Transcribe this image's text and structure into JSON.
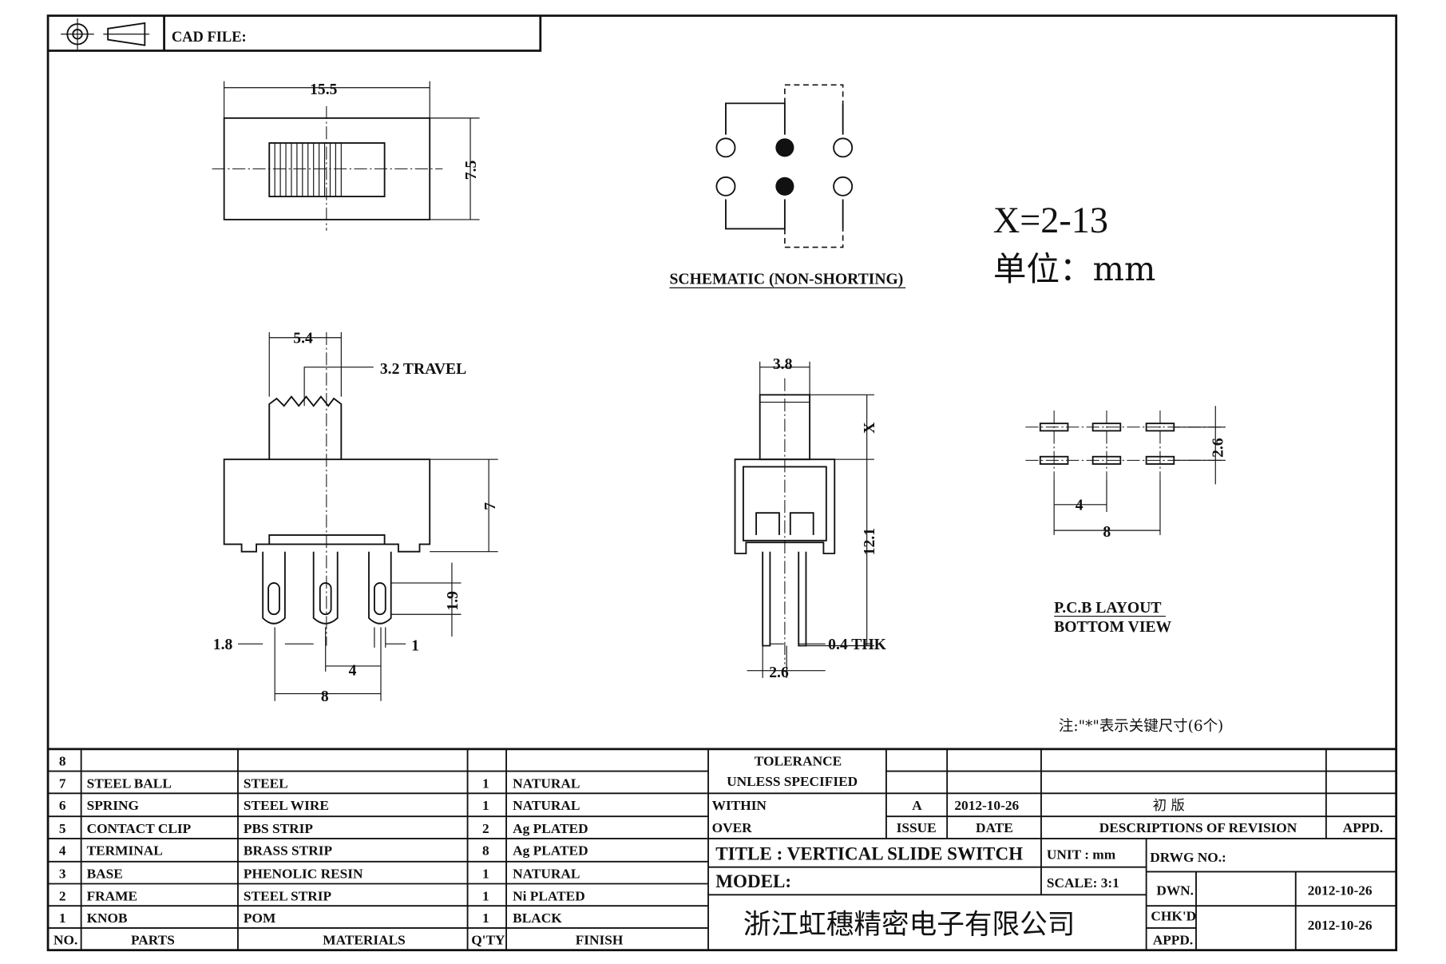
{
  "header": {
    "cad_file_label": "CAD FILE:"
  },
  "top_view": {
    "width_dim": "15.5",
    "height_dim": "7.5"
  },
  "schematic": {
    "caption": "SCHEMATIC (NON-SHORTING)"
  },
  "spec": {
    "x_range": "X=2-13",
    "unit": "单位：mm"
  },
  "side_view": {
    "knob_width": "5.4",
    "travel": "3.2 TRAVEL",
    "body_height": "7",
    "slot_height": "1.9",
    "pin_offset": "1.8",
    "slot_width": "1",
    "pin_pitch": "4",
    "pin_span": "8"
  },
  "front_view": {
    "knob_width": "3.8",
    "knob_height": "X",
    "body_height": "12.1",
    "thickness": "0.4 THK",
    "pin_spacing": "2.6"
  },
  "pcb_layout": {
    "row_pitch": "2.6",
    "pitch": "4",
    "span": "8",
    "caption_1": "P.C.B LAYOUT",
    "caption_2": "BOTTOM VIEW"
  },
  "note": "注:\"*\"表示关键尺寸(6个)",
  "parts_table": {
    "headers": {
      "no": "NO.",
      "parts": "PARTS",
      "materials": "MATERIALS",
      "qty": "Q'TY",
      "finish": "FINISH"
    },
    "rows": [
      {
        "no": "8",
        "part": "",
        "material": "",
        "qty": "",
        "finish": ""
      },
      {
        "no": "7",
        "part": "STEEL BALL",
        "material": "STEEL",
        "qty": "1",
        "finish": "NATURAL"
      },
      {
        "no": "6",
        "part": "SPRING",
        "material": "STEEL WIRE",
        "qty": "1",
        "finish": "NATURAL"
      },
      {
        "no": "5",
        "part": "CONTACT CLIP",
        "material": "PBS STRIP",
        "qty": "2",
        "finish": "Ag PLATED"
      },
      {
        "no": "4",
        "part": "TERMINAL",
        "material": "BRASS STRIP",
        "qty": "8",
        "finish": "Ag PLATED"
      },
      {
        "no": "3",
        "part": "BASE",
        "material": "PHENOLIC RESIN",
        "qty": "1",
        "finish": "NATURAL"
      },
      {
        "no": "2",
        "part": "FRAME",
        "material": "STEEL STRIP",
        "qty": "1",
        "finish": "Ni PLATED"
      },
      {
        "no": "1",
        "part": "KNOB",
        "material": "POM",
        "qty": "1",
        "finish": "BLACK"
      }
    ]
  },
  "tolerance": {
    "line1": "TOLERANCE",
    "line2": "UNLESS   SPECIFIED",
    "within": "WITHIN",
    "over": "OVER"
  },
  "revision": {
    "issue": "A",
    "date": "2012-10-26",
    "description": "初  版",
    "issue_label": "ISSUE",
    "date_label": "DATE",
    "desc_label": "DESCRIPTIONS OF REVISION",
    "appd_label": "APPD."
  },
  "title_block": {
    "title": "TITLE :  VERTICAL  SLIDE  SWITCH",
    "unit": "UNIT :  mm",
    "drwg_no": "DRWG NO.:",
    "model": "MODEL:",
    "scale": "SCALE:  3:1",
    "company": "浙江虹穗精密电子有限公司",
    "dwn_label": "DWN.",
    "dwn_date": "2012-10-26",
    "chkd_label": "CHK'D",
    "chkd_date": "2012-10-26",
    "appd_label": "APPD."
  }
}
